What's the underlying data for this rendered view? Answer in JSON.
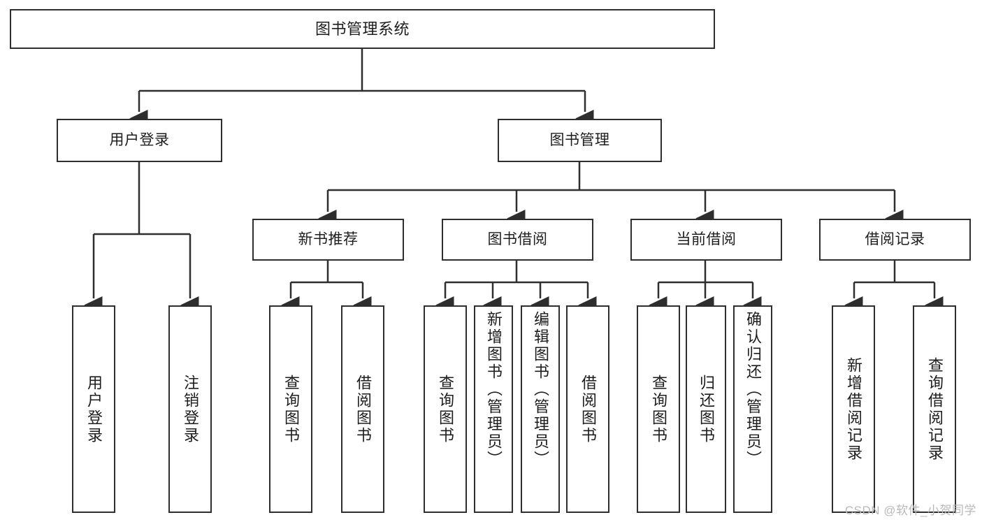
{
  "diagram": {
    "title": "图书管理系统",
    "type": "tree",
    "stroke_color": "#2e2e2e",
    "background_color": "#ffffff",
    "text_color": "#1d1d1d",
    "root": {
      "id": "root",
      "label": "图书管理系统",
      "children": [
        {
          "id": "user-login",
          "label": "用户登录",
          "children": [
            {
              "id": "user-login-do",
              "label": "用户登录"
            },
            {
              "id": "user-logout",
              "label": "注销登录"
            }
          ]
        },
        {
          "id": "book-manage",
          "label": "图书管理",
          "children": [
            {
              "id": "new-book-recommend",
              "label": "新书推荐",
              "children": [
                {
                  "id": "query-book-1",
                  "label": "查询图书"
                },
                {
                  "id": "borrow-book-1",
                  "label": "借阅图书"
                }
              ]
            },
            {
              "id": "book-borrow",
              "label": "图书借阅",
              "children": [
                {
                  "id": "query-book-2",
                  "label": "查询图书"
                },
                {
                  "id": "add-book",
                  "label": "新增图书（管理员）"
                },
                {
                  "id": "edit-book",
                  "label": "编辑图书（管理员）"
                },
                {
                  "id": "borrow-book-2",
                  "label": "借阅图书"
                }
              ]
            },
            {
              "id": "current-borrow",
              "label": "当前借阅",
              "children": [
                {
                  "id": "query-book-3",
                  "label": "查询图书"
                },
                {
                  "id": "return-book",
                  "label": "归还图书"
                },
                {
                  "id": "confirm-return",
                  "label": "确认归还（管理员）"
                }
              ]
            },
            {
              "id": "borrow-record",
              "label": "借阅记录",
              "children": [
                {
                  "id": "add-borrow-record",
                  "label": "新增借阅记录"
                },
                {
                  "id": "query-borrow-record",
                  "label": "查询借阅记录"
                }
              ]
            }
          ]
        }
      ]
    }
  },
  "watermark": {
    "text": "CSDN @软件_小贺同学"
  }
}
